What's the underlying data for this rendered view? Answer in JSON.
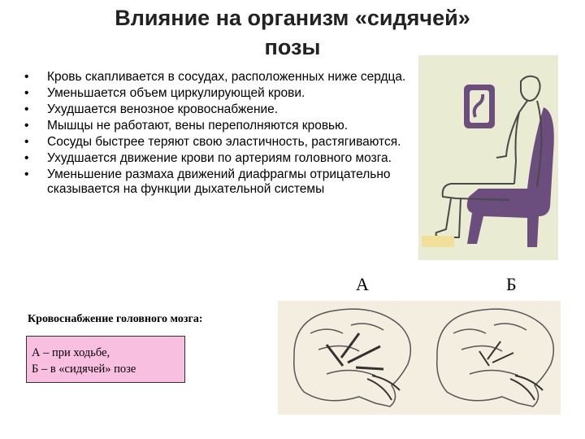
{
  "title": {
    "line1": "Влияние на организм «сидячей»",
    "line2": "позы"
  },
  "bullets": [
    "Кровь скапливается в сосудах, расположенных ниже сердца.",
    "Уменьшается объем циркулирующей крови.",
    "Ухудшается венозное кровоснабжение.",
    "Мышцы не работают, вены переполняются кровью.",
    "Сосуды быстрее теряют свою эластичность, растягиваются.",
    "Ухудшается движение крови по артериям головного мозга.",
    "Уменьшение размаха движений диафрагмы отрицательно сказывается на функции дыхательной системы"
  ],
  "bullet_symbol": "•",
  "label_a": "А",
  "label_b": "Б",
  "caption_heading": "Кровоснабжение головного мозга:",
  "legend": {
    "line1": "А – при ходьбе,",
    "line2": "Б – в «сидячей» позе"
  },
  "colors": {
    "figure_purple": "#6b4d7e",
    "photo_background": "#e9ecd2",
    "legend_background": "#f8bfe0",
    "brain_background": "#f4eee1"
  }
}
